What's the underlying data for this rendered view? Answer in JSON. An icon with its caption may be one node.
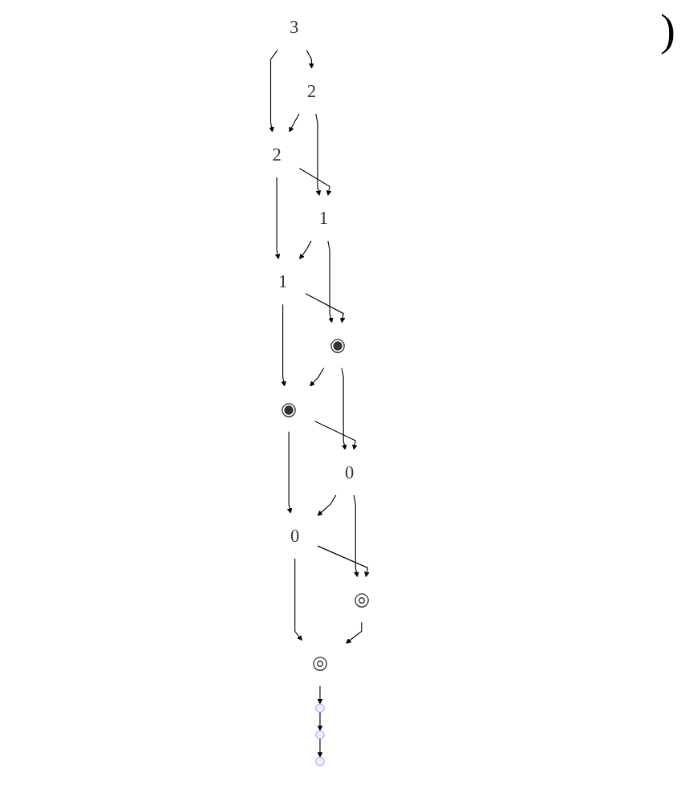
{
  "diagram": {
    "nodes": [
      {
        "text": [
          "3"
        ]
      },
      {
        "text": [
          "2"
        ]
      },
      {
        "text": [
          "1"
        ]
      },
      {
        "text": [
          "◉"
        ]
      },
      {
        "text": [
          "0"
        ]
      },
      {
        "text": [
          "◎"
        ]
      },
      {
        "text": [
          "2"
        ]
      },
      {
        "text": [
          "1"
        ]
      },
      {
        "text": [
          "◉"
        ]
      },
      {
        "text": [
          "0"
        ]
      },
      {
        "text": [
          "◎"
        ]
      },
      {
        "text": [],
        "shape": "point"
      },
      {
        "text": [],
        "shape": "point"
      },
      {
        "text": [],
        "shape": "point"
      }
    ],
    "edges": [
      {
        "from": 0,
        "to": 1,
        "arrow": "to"
      },
      {
        "from": 1,
        "to": 2,
        "arrow": "to"
      },
      {
        "from": 2,
        "to": 3,
        "arrow": "to"
      },
      {
        "from": 3,
        "to": 4,
        "arrow": "to"
      },
      {
        "from": 4,
        "to": 5,
        "arrow": "to"
      },
      {
        "from": 0,
        "to": 6,
        "arrow": "to"
      },
      {
        "from": 6,
        "to": 7,
        "arrow": "to"
      },
      {
        "from": 7,
        "to": 8,
        "arrow": "to"
      },
      {
        "from": 8,
        "to": 9,
        "arrow": "to"
      },
      {
        "from": 9,
        "to": 10,
        "arrow": "to"
      },
      {
        "from": 1,
        "to": 6,
        "arrow": "to"
      },
      {
        "from": 6,
        "to": 2,
        "arrow": "to"
      },
      {
        "from": 2,
        "to": 7,
        "arrow": "to"
      },
      {
        "from": 7,
        "to": 3,
        "arrow": "to"
      },
      {
        "from": 3,
        "to": 8,
        "arrow": "to"
      },
      {
        "from": 8,
        "to": 4,
        "arrow": "to"
      },
      {
        "from": 4,
        "to": 9,
        "arrow": "to"
      },
      {
        "from": 9,
        "to": 5,
        "arrow": "to"
      },
      {
        "from": 5,
        "to": 10,
        "arrow": "to"
      },
      {
        "from": 10,
        "to": 11,
        "arrow": "to"
      },
      {
        "from": 11,
        "to": 12,
        "arrow": "to"
      },
      {
        "from": 12,
        "to": 13,
        "arrow": "to"
      }
    ],
    "labels": [
      ")"
    ]
  }
}
